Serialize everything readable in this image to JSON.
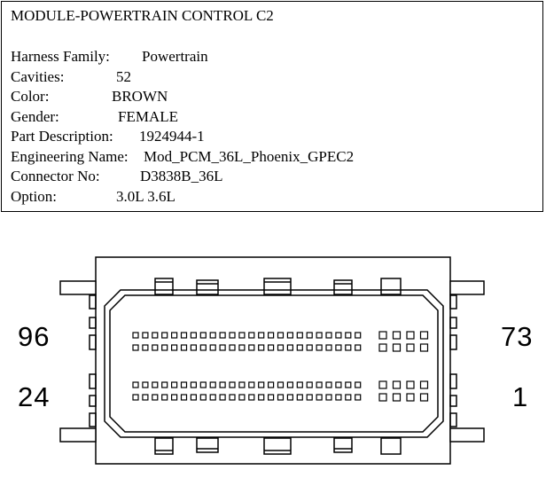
{
  "title": "MODULE-POWERTRAIN CONTROL C2",
  "fields": [
    {
      "label": "Harness Family:",
      "value": "Powertrain"
    },
    {
      "label": "Cavities:",
      "value": "52"
    },
    {
      "label": "Color:",
      "value": "BROWN"
    },
    {
      "label": "Gender:",
      "value": "FEMALE"
    },
    {
      "label": "Part Description:",
      "value": "1924944-1"
    },
    {
      "label": "Engineering Name:",
      "value": "Mod_PCM_36L_Phoenix_GPEC2"
    },
    {
      "label": "Connector No:",
      "value": "D3838B_36L"
    },
    {
      "label": "Option:",
      "value": "3.0L 3.6L"
    }
  ],
  "pin_labels": {
    "top_left": "96",
    "bottom_left": "24",
    "top_right": "73",
    "bottom_right": "1"
  }
}
